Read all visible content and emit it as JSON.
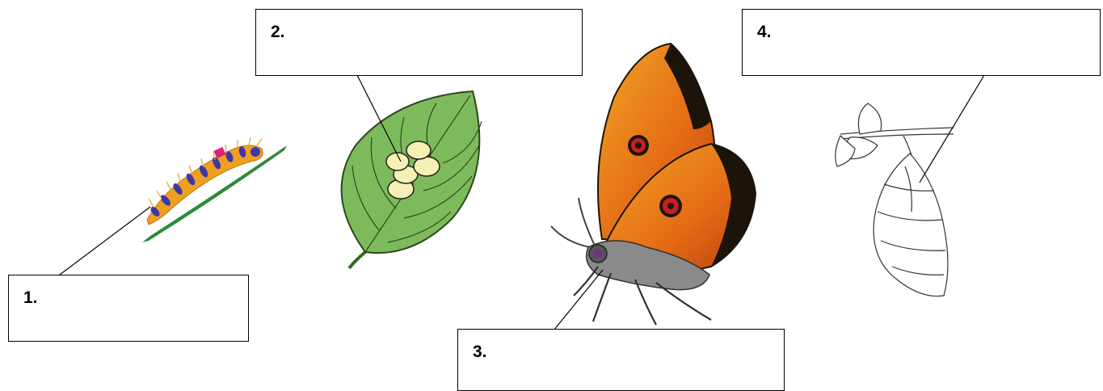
{
  "stages": [
    {
      "label": "1.",
      "depicts": "caterpillar"
    },
    {
      "label": "2.",
      "depicts": "eggs"
    },
    {
      "label": "3.",
      "depicts": "butterfly"
    },
    {
      "label": "4.",
      "depicts": "chrysalis"
    }
  ],
  "colors": {
    "leaf_green": "#7dba5c",
    "stem_green": "#2e8a3a",
    "egg_cream": "#f6f0b4",
    "caterpillar_orange": "#f0a020",
    "caterpillar_purple": "#3f37a8",
    "caterpillar_pink": "#e0207a",
    "wing_orange": "#e8901e",
    "wing_dark": "#1c1408",
    "eyespot_red": "#c8201e",
    "body_gray": "#8a8a8a"
  }
}
